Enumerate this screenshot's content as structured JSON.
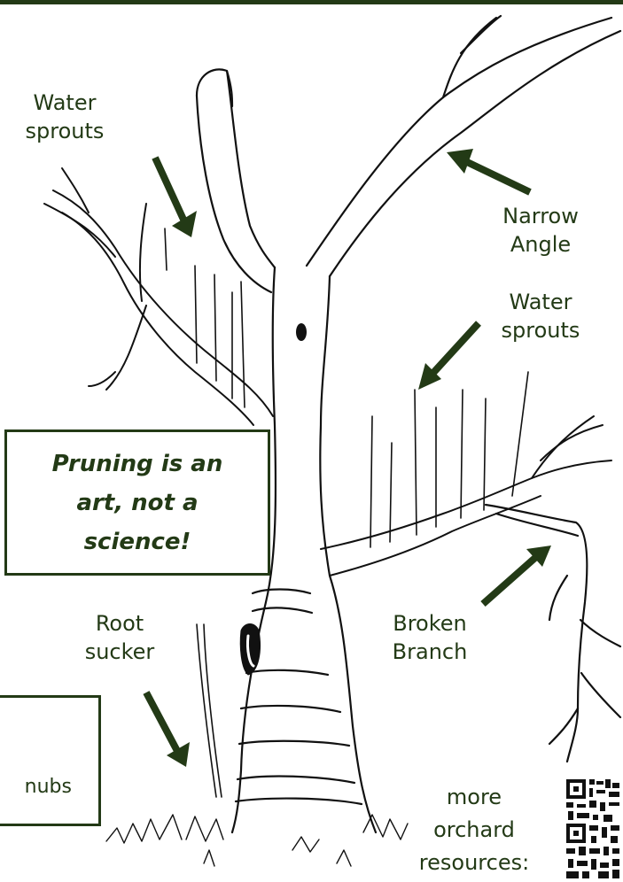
{
  "labels": {
    "water_sprouts_left": [
      "Water",
      "sprouts"
    ],
    "narrow_angle": [
      "Narrow",
      "Angle"
    ],
    "water_sprouts_right": [
      "Water",
      "sprouts"
    ],
    "root_sucker": [
      "Root",
      "sucker"
    ],
    "broken_branch": [
      "Broken",
      "Branch"
    ]
  },
  "callout": {
    "text": "Pruning is an art, not a science!"
  },
  "partial_box": {
    "text": "nubs"
  },
  "footer": {
    "lines": [
      "more",
      "orchard",
      "resources:"
    ]
  },
  "colors": {
    "accent": "#233a16",
    "ink": "#111111",
    "background": "#ffffff"
  },
  "icons": {
    "arrow": "arrow-icon",
    "qr": "qr-code-icon"
  }
}
